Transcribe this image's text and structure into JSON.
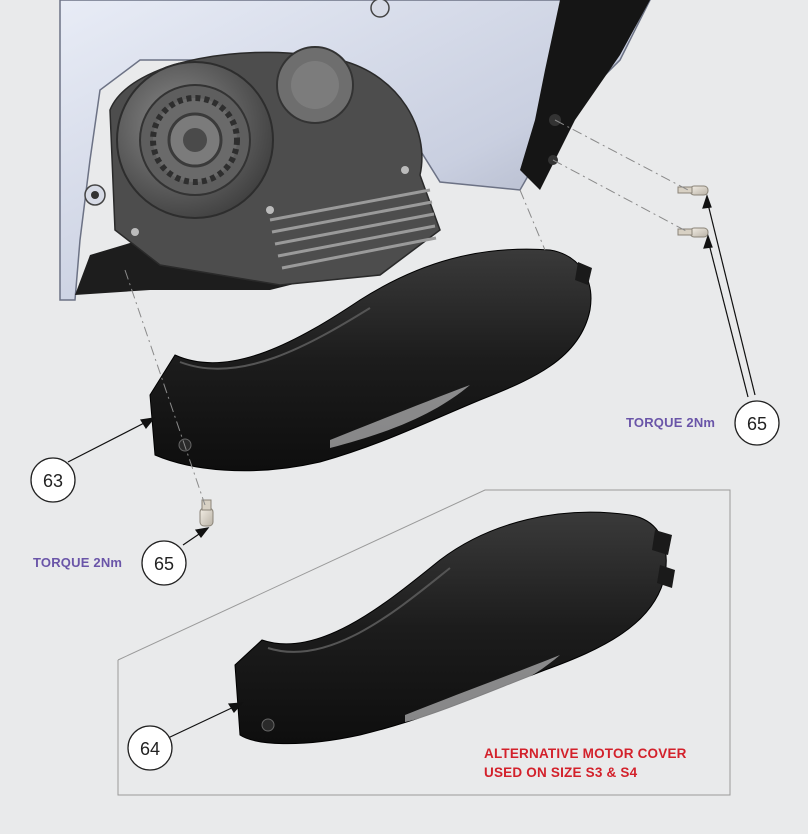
{
  "torque_label_1": "TORQUE 2Nm",
  "torque_label_2": "TORQUE 2Nm",
  "callouts": [
    "63",
    "64",
    "65",
    "65"
  ],
  "alt_note_line1": "ALTERNATIVE MOTOR COVER",
  "alt_note_line2": "USED ON SIZE S3 & S4",
  "colors": {
    "torque": "#6a55a8",
    "note": "#d3212b",
    "background": "#e9eaeb"
  }
}
